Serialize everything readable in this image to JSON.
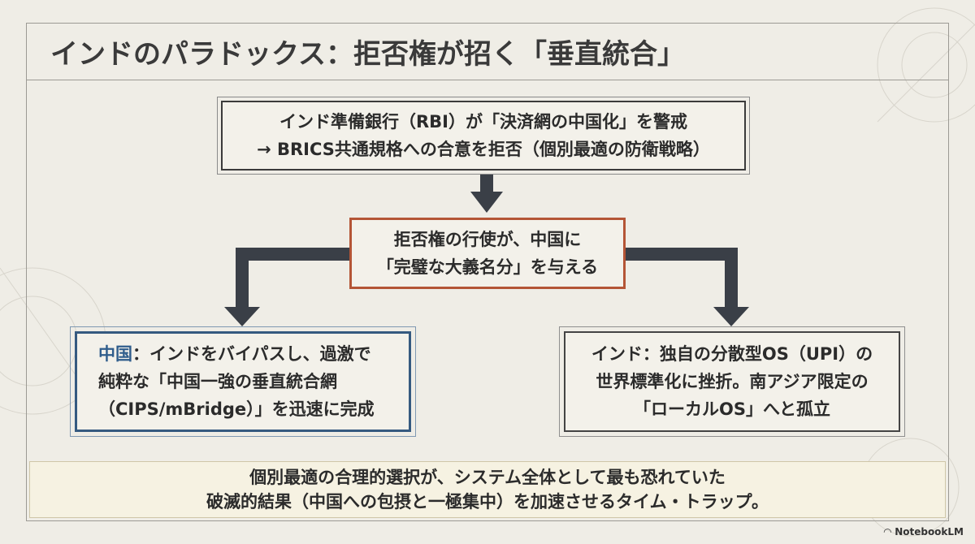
{
  "title": "インドのパラドックス：拒否権が招く「垂直統合」",
  "top_box": {
    "line1": "インド準備銀行（RBI）が「決済網の中国化」を警戒",
    "line2": "→ BRICS共通規格への合意を拒否（個別最適の防衛戦略）"
  },
  "mid_box": {
    "line1": "拒否権の行使が、中国に",
    "line2": "「完璧な大義名分」を与える"
  },
  "left_box": {
    "highlight": "中国",
    "line1_rest": "：インドをバイパスし、過激で",
    "line2": "純粋な「中国一強の垂直統合網",
    "line3": "（CIPS/mBridge）」を迅速に完成"
  },
  "right_box": {
    "line1": "インド：独自の分散型OS（UPI）の",
    "line2": "世界標準化に挫折。南アジア限定の",
    "line3": "「ローカルOS」へと孤立"
  },
  "bottom_box": {
    "line1": "個別最適の合理的選択が、システム全体として最も恐れていた",
    "line2": "破滅的結果（中国への包摂と一極集中）を加速させるタイム・トラップ。"
  },
  "logo": "NotebookLM",
  "colors": {
    "accent_red": "#b45536",
    "accent_blue": "#355a80",
    "background": "#efede6"
  }
}
